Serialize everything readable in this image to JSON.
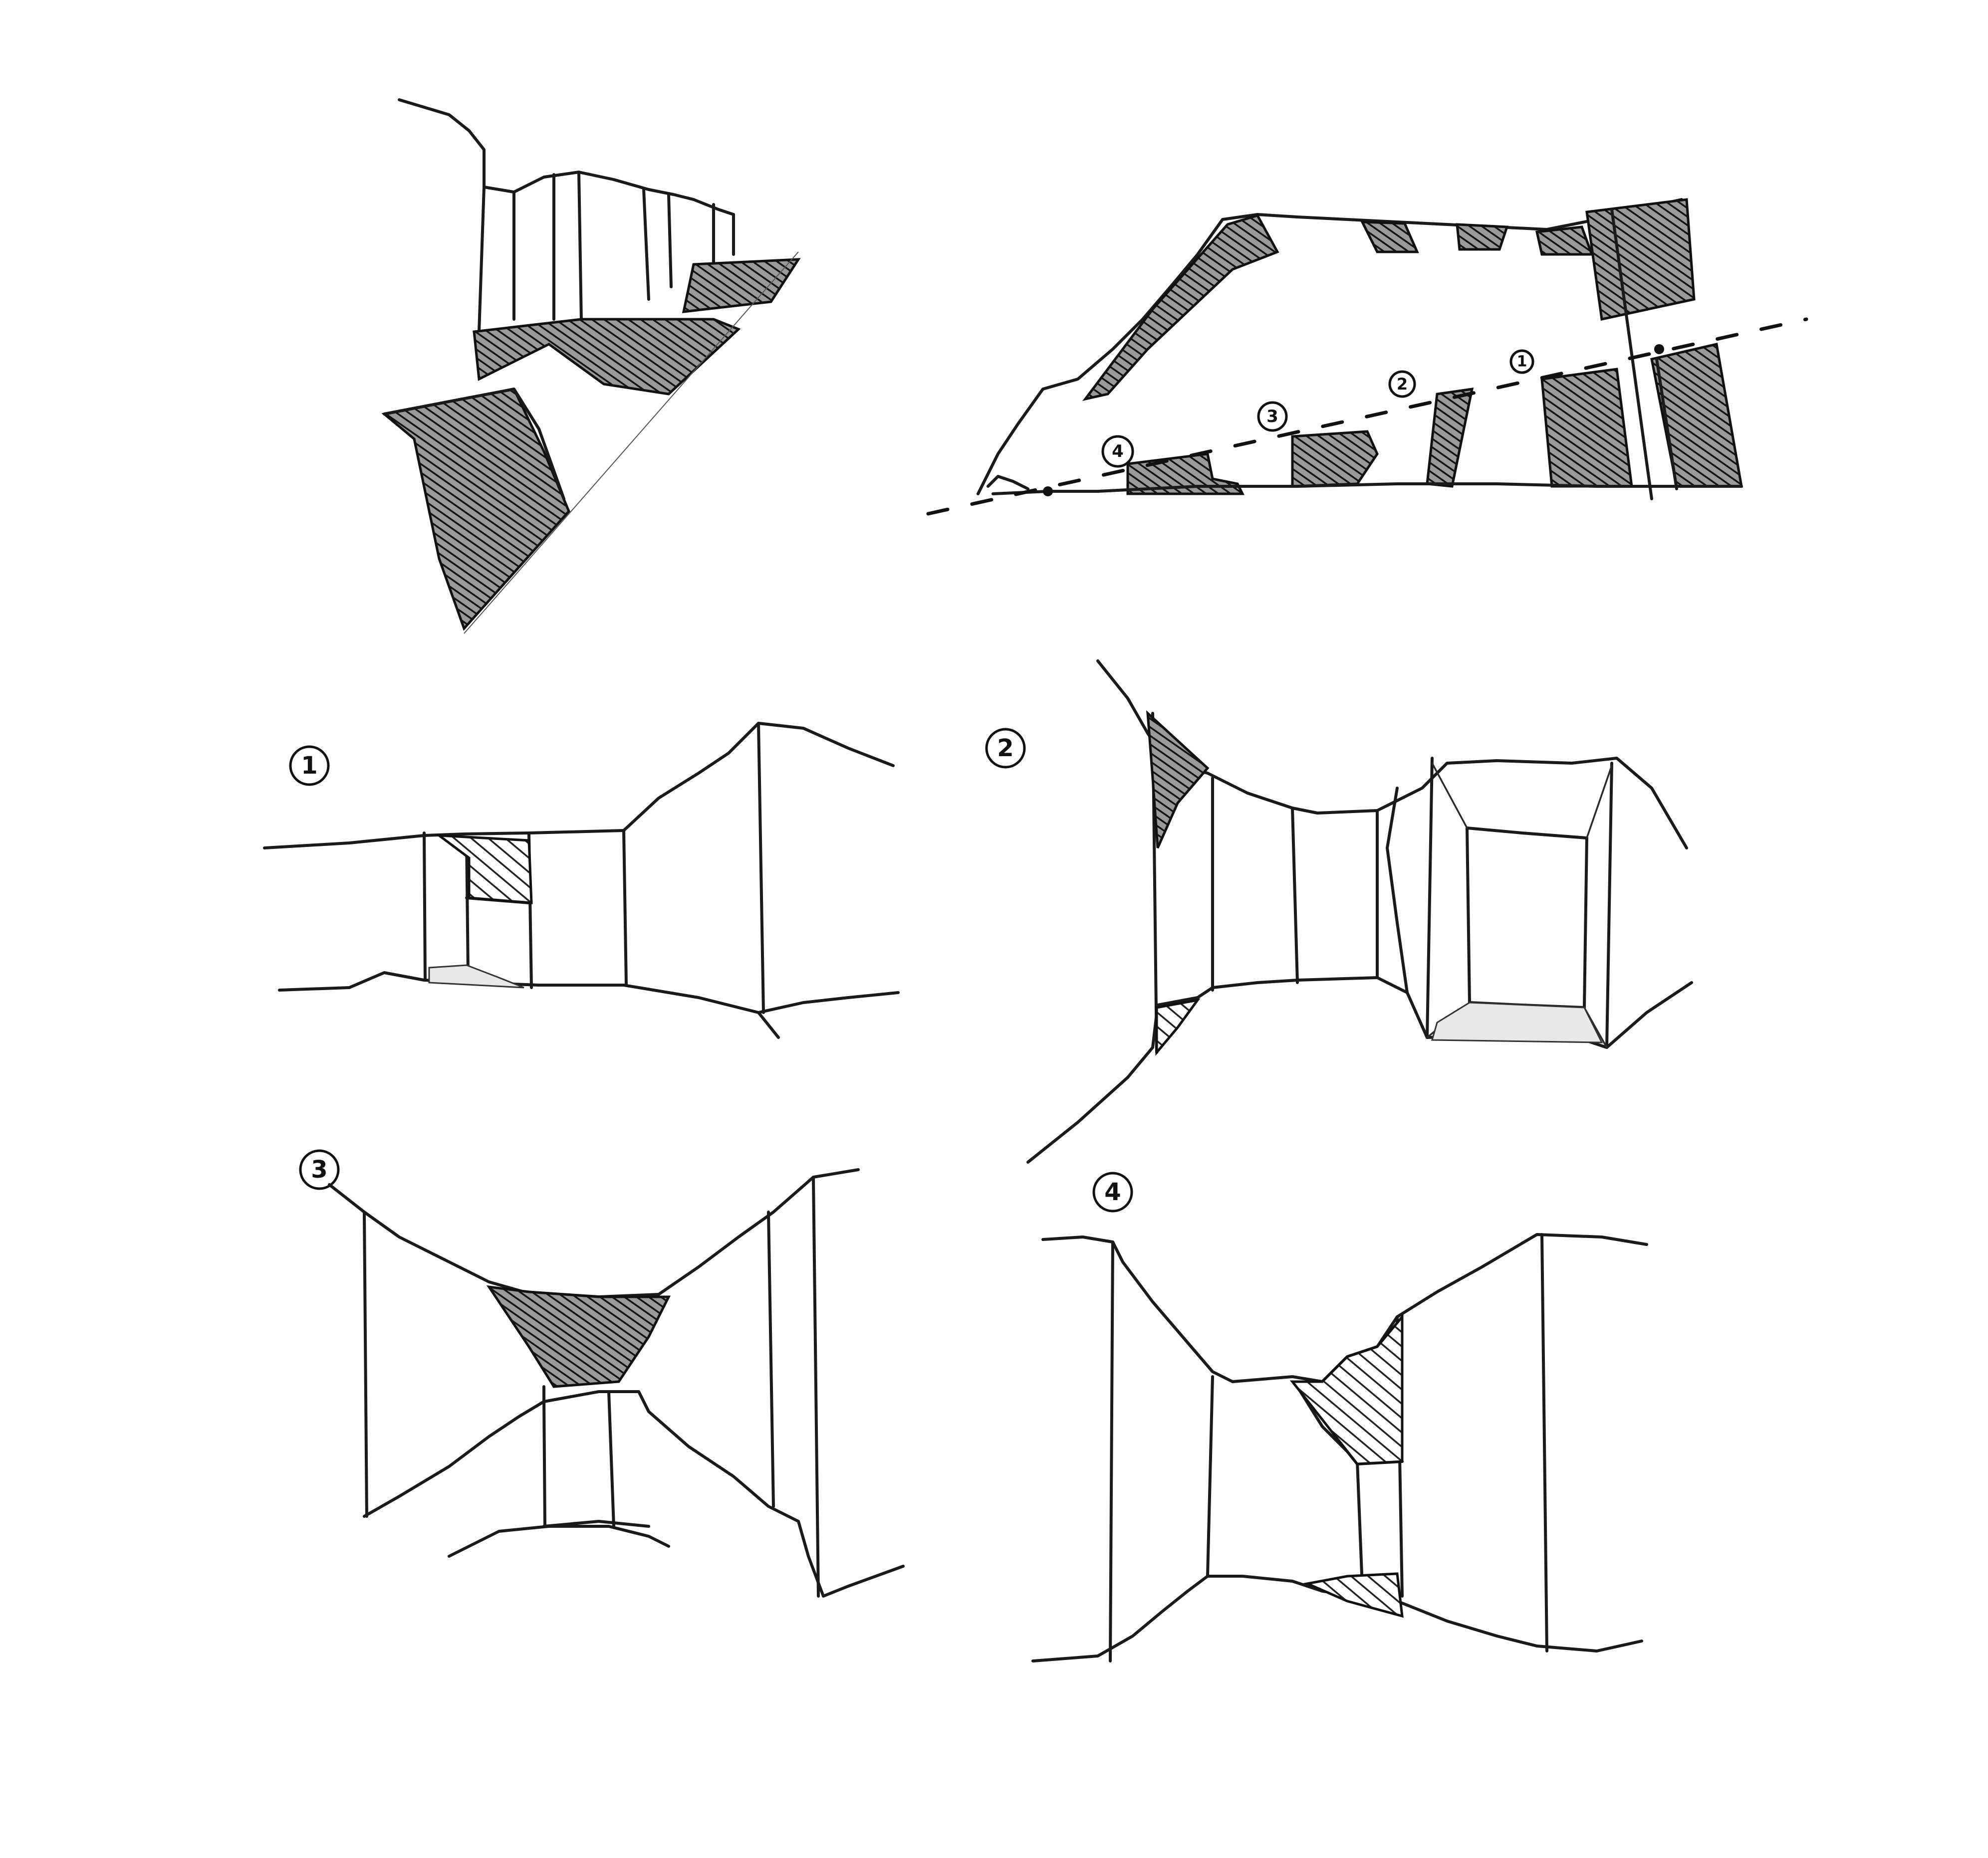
{
  "section": {
    "markers": [
      "1",
      "2",
      "3",
      "4"
    ]
  },
  "views": [
    {
      "label": "1"
    },
    {
      "label": "2"
    },
    {
      "label": "3"
    },
    {
      "label": "4"
    }
  ]
}
